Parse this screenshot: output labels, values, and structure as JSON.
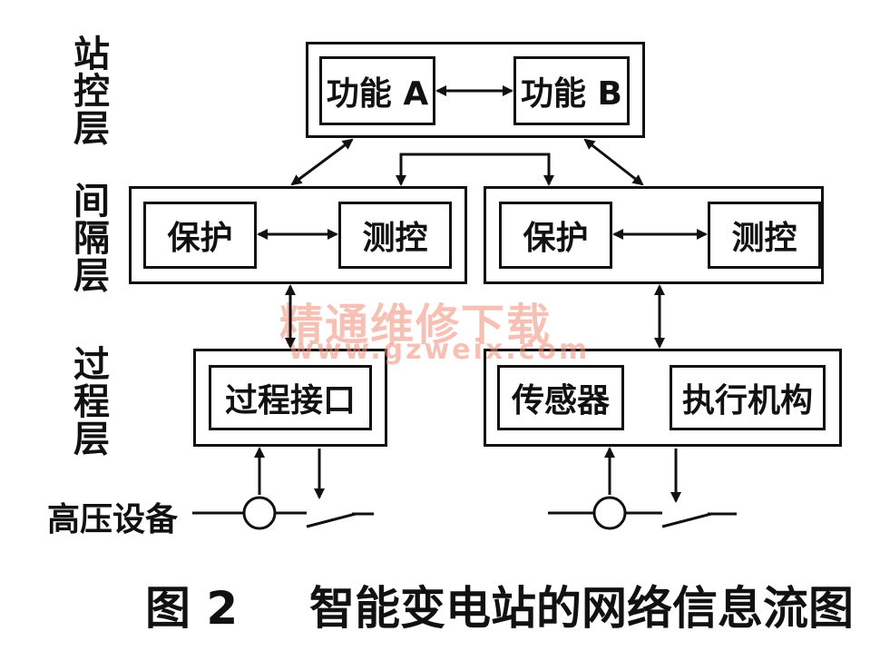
{
  "layers": {
    "station": "站控层",
    "bay": "间隔层",
    "process": "过程层"
  },
  "station": {
    "func_a": "功能 A",
    "func_b": "功能 B"
  },
  "bay_left": {
    "protect": "保护",
    "measure": "测控"
  },
  "bay_right": {
    "protect": "保护",
    "measure": "测控"
  },
  "process_left": {
    "interface": "过程接口"
  },
  "process_right": {
    "sensor": "传感器",
    "actuator": "执行机构"
  },
  "hv_equipment": "高压设备",
  "watermark": {
    "cn": "精通维修下载",
    "url": "www.gzweix.com"
  },
  "caption": {
    "number": "图 2",
    "title": "智能变电站的网络信息流图"
  }
}
